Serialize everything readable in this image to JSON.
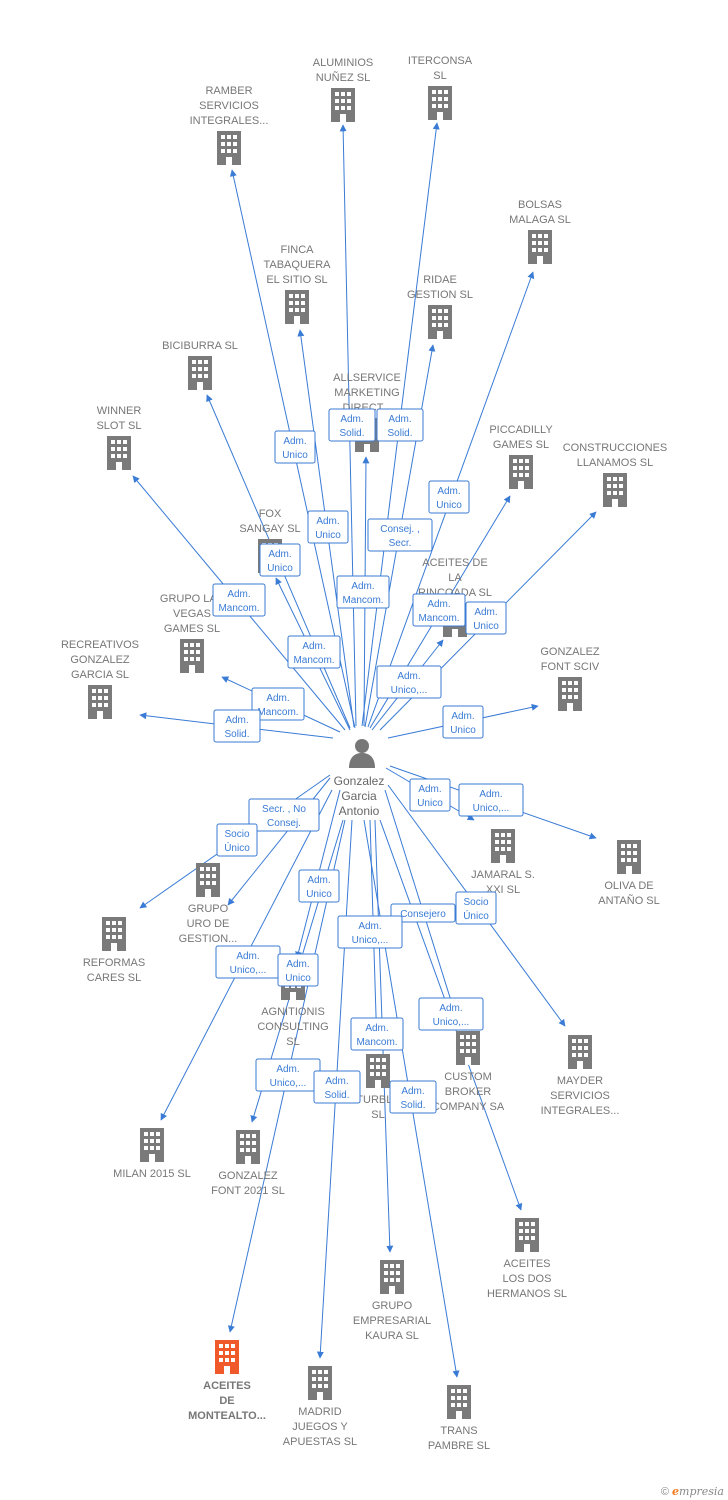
{
  "colors": {
    "edge": "#3a7bd5",
    "building": "#7a7a7a",
    "highlight": "#f0592a",
    "person": "#777777",
    "label": "#777777"
  },
  "center": {
    "label": [
      "Gonzalez",
      "Garcia",
      "Antonio"
    ],
    "icon": "person-icon"
  },
  "nodes": [
    {
      "id": "ramber",
      "label": [
        "RAMBER",
        "SERVICIOS",
        "INTEGRALES..."
      ]
    },
    {
      "id": "aluminios",
      "label": [
        "ALUMINIOS",
        "NUÑEZ  SL"
      ]
    },
    {
      "id": "iterconsa",
      "label": [
        "ITERCONSA",
        "SL"
      ]
    },
    {
      "id": "bolsas",
      "label": [
        "BOLSAS",
        "MALAGA SL"
      ]
    },
    {
      "id": "finca",
      "label": [
        "FINCA",
        "TABAQUERA",
        "EL SITIO SL"
      ]
    },
    {
      "id": "ridae",
      "label": [
        "RIDAE",
        "GESTION SL"
      ]
    },
    {
      "id": "biciburra",
      "label": [
        "BICIBURRA SL"
      ]
    },
    {
      "id": "allservice",
      "label": [
        "ALLSERVICE",
        "MARKETING",
        "DIRECT..."
      ]
    },
    {
      "id": "winner",
      "label": [
        "WINNER",
        "SLOT  SL"
      ]
    },
    {
      "id": "piccadilly",
      "label": [
        "PICCADILLY",
        "GAMES  SL"
      ]
    },
    {
      "id": "construcciones",
      "label": [
        "CONSTRUCCIONES",
        "LLANAMOS SL"
      ]
    },
    {
      "id": "fox",
      "label": [
        "FOX",
        "SANGAY  SL"
      ]
    },
    {
      "id": "aceites_rincoada",
      "label": [
        "ACEITES DE",
        "LA",
        "RINCOADA  SL"
      ]
    },
    {
      "id": "grupo_vegas",
      "label": [
        "GRUPO LAS",
        "VEGAS",
        "GAMES  SL"
      ]
    },
    {
      "id": "recreativos",
      "label": [
        "RECREATIVOS",
        "GONZALEZ",
        "GARCIA SL"
      ]
    },
    {
      "id": "gonzalez_font_sciv",
      "label": [
        "GONZALEZ",
        "FONT SCIV"
      ]
    },
    {
      "id": "jamaral",
      "label": [
        "JAMARAL S.",
        "XXI SL"
      ]
    },
    {
      "id": "oliva",
      "label": [
        "OLIVA DE",
        "ANTAÑO  SL"
      ]
    },
    {
      "id": "grupo_uro",
      "label": [
        "GRUPO",
        "URO DE",
        "GESTION..."
      ]
    },
    {
      "id": "reformas",
      "label": [
        "REFORMAS",
        "CARES  SL"
      ]
    },
    {
      "id": "agnitionis",
      "label": [
        "AGNITIONIS",
        "CONSULTING",
        "SL"
      ]
    },
    {
      "id": "custom",
      "label": [
        "CUSTOM",
        "BROKER",
        "COMPANY SA"
      ]
    },
    {
      "id": "mayder",
      "label": [
        "MAYDER",
        "SERVICIOS",
        "INTEGRALES..."
      ]
    },
    {
      "id": "turbla",
      "label": [
        "TURBLA",
        "SL"
      ]
    },
    {
      "id": "milan",
      "label": [
        "MILAN 2015  SL"
      ]
    },
    {
      "id": "gonzalez_font_2021",
      "label": [
        "GONZALEZ",
        "FONT 2021  SL"
      ]
    },
    {
      "id": "aceites_dos",
      "label": [
        "ACEITES",
        "LOS DOS",
        "HERMANOS  SL"
      ]
    },
    {
      "id": "grupo_kaura",
      "label": [
        "GRUPO",
        "EMPRESARIAL",
        "KAURA  SL"
      ]
    },
    {
      "id": "aceites_montealto",
      "label": [
        "ACEITES",
        "DE",
        "MONTEALTO..."
      ],
      "highlight": true
    },
    {
      "id": "madrid",
      "label": [
        "MADRID",
        "JUEGOS Y",
        "APUESTAS  SL"
      ]
    },
    {
      "id": "trans",
      "label": [
        "TRANS",
        "PAMBRE  SL"
      ]
    }
  ],
  "roles": [
    {
      "id": "r1",
      "label": [
        "Adm.",
        "Unico"
      ]
    },
    {
      "id": "r2",
      "label": [
        "Adm.",
        "Solid."
      ]
    },
    {
      "id": "r3",
      "label": [
        "Adm.",
        "Solid."
      ]
    },
    {
      "id": "r4",
      "label": [
        "Adm.",
        "Unico"
      ]
    },
    {
      "id": "r5",
      "label": [
        "Adm.",
        "Unico"
      ]
    },
    {
      "id": "r6",
      "label": [
        "Consej. ,",
        "Secr."
      ]
    },
    {
      "id": "r7",
      "label": [
        "Adm.",
        "Unico"
      ]
    },
    {
      "id": "r8",
      "label": [
        "Adm.",
        "Mancom."
      ]
    },
    {
      "id": "r9",
      "label": [
        "Adm.",
        "Mancom."
      ]
    },
    {
      "id": "r10",
      "label": [
        "Adm.",
        "Mancom."
      ]
    },
    {
      "id": "r11",
      "label": [
        "Adm.",
        "Unico"
      ]
    },
    {
      "id": "r12",
      "label": [
        "Adm.",
        "Mancom."
      ]
    },
    {
      "id": "r13",
      "label": [
        "Adm.",
        "Unico,..."
      ]
    },
    {
      "id": "r14",
      "label": [
        "Adm.",
        "Mancom."
      ]
    },
    {
      "id": "r15",
      "label": [
        "Adm.",
        "Solid."
      ]
    },
    {
      "id": "r16",
      "label": [
        "Adm.",
        "Unico"
      ]
    },
    {
      "id": "r17",
      "label": [
        "Secr. , No",
        "Consej."
      ]
    },
    {
      "id": "r18",
      "label": [
        "Socio",
        "Único"
      ]
    },
    {
      "id": "r19",
      "label": [
        "Adm.",
        "Unico"
      ]
    },
    {
      "id": "r20",
      "label": [
        "Adm.",
        "Unico,..."
      ]
    },
    {
      "id": "r21",
      "label": [
        "Adm.",
        "Unico"
      ]
    },
    {
      "id": "r22",
      "label": [
        "Consejero"
      ]
    },
    {
      "id": "r23",
      "label": [
        "Socio",
        "Único"
      ]
    },
    {
      "id": "r24",
      "label": [
        "Adm.",
        "Unico,..."
      ]
    },
    {
      "id": "r25",
      "label": [
        "Adm.",
        "Unico,..."
      ]
    },
    {
      "id": "r26",
      "label": [
        "Adm.",
        "Unico"
      ]
    },
    {
      "id": "r27",
      "label": [
        "Adm.",
        "Unico,..."
      ]
    },
    {
      "id": "r28",
      "label": [
        "Adm.",
        "Mancom."
      ]
    },
    {
      "id": "r29",
      "label": [
        "Adm.",
        "Unico,..."
      ]
    },
    {
      "id": "r30",
      "label": [
        "Adm.",
        "Solid."
      ]
    },
    {
      "id": "r31",
      "label": [
        "Adm.",
        "Solid."
      ]
    }
  ],
  "footer": {
    "copyright": "©",
    "brand_initial": "e",
    "brand_rest": "mpresia"
  }
}
